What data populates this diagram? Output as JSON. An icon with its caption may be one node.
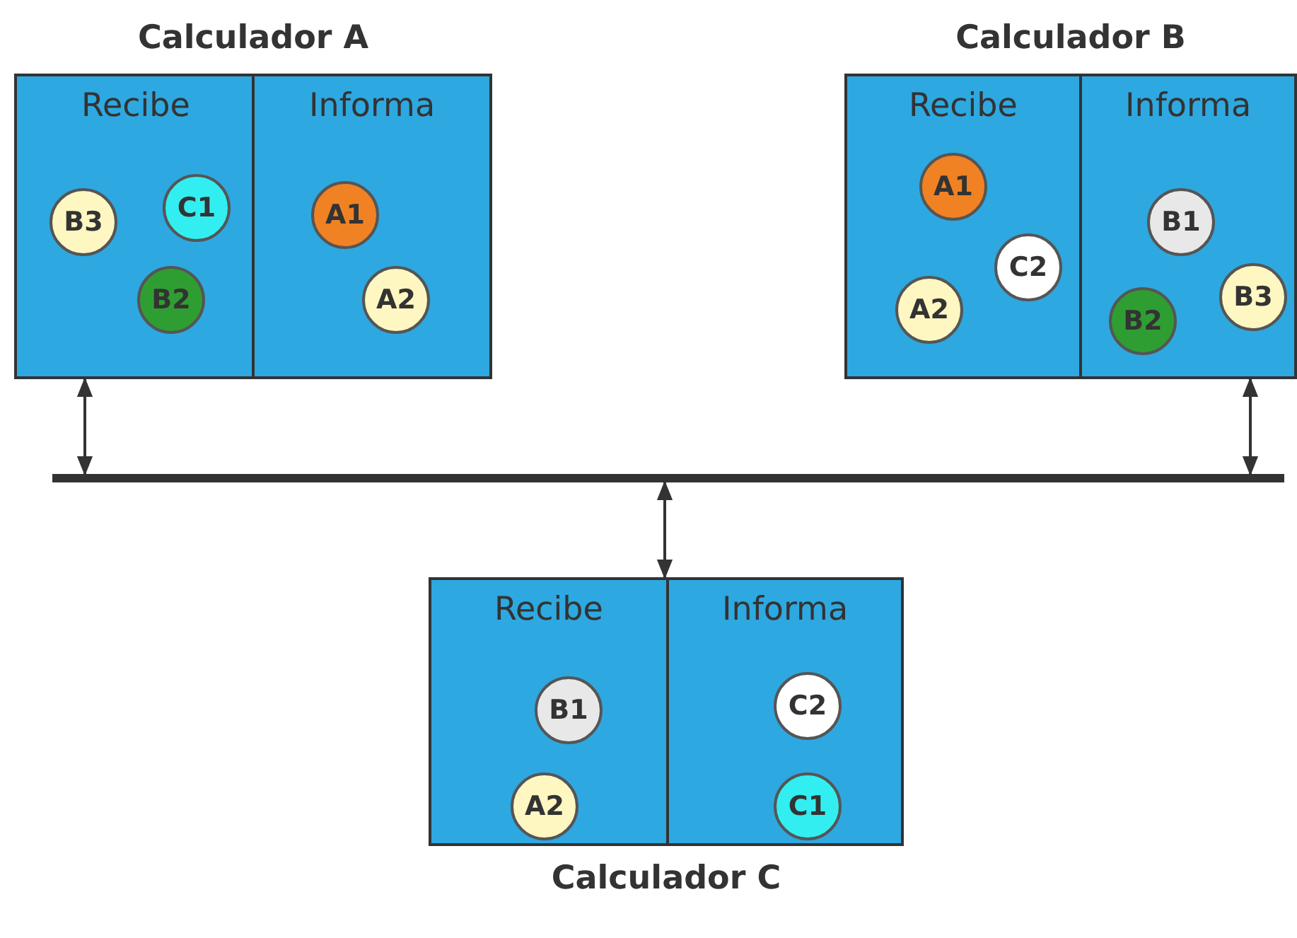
{
  "diagram": {
    "nodes": [
      {
        "text": [
          "Calculador A"
        ]
      },
      {
        "text": [
          "Recibe"
        ],
        "in": 0
      },
      {
        "text": [
          "B3"
        ],
        "in": 1
      },
      {
        "text": [
          "C1"
        ],
        "in": 1
      },
      {
        "text": [
          "B2"
        ],
        "in": 1
      },
      {
        "text": [
          "Informa"
        ],
        "in": 0
      },
      {
        "text": [
          "A1"
        ],
        "in": 5
      },
      {
        "text": [
          "A2"
        ],
        "in": 5
      },
      {
        "text": [
          "Calculador B"
        ]
      },
      {
        "text": [
          "Recibe"
        ],
        "in": 8
      },
      {
        "text": [
          "A1"
        ],
        "in": 9
      },
      {
        "text": [
          "C2"
        ],
        "in": 9
      },
      {
        "text": [
          "A2"
        ],
        "in": 9
      },
      {
        "text": [
          "Informa"
        ],
        "in": 8
      },
      {
        "text": [
          "B1"
        ],
        "in": 13
      },
      {
        "text": [
          "B2"
        ],
        "in": 13
      },
      {
        "text": [
          "B3"
        ],
        "in": 13
      },
      {
        "text": [],
        "shape": "bar"
      },
      {
        "text": [
          "Calculador C"
        ]
      },
      {
        "text": [
          "Recibe"
        ],
        "in": 18
      },
      {
        "text": [
          "B1"
        ],
        "in": 19
      },
      {
        "text": [
          "A2"
        ],
        "in": 19
      },
      {
        "text": [
          "Informa"
        ],
        "in": 18
      },
      {
        "text": [
          "C2"
        ],
        "in": 22
      },
      {
        "text": [
          "C1"
        ],
        "in": 22
      }
    ],
    "edges": [
      {
        "from": 0,
        "to": 17,
        "arrow": "both"
      },
      {
        "from": 8,
        "to": 17,
        "arrow": "both"
      },
      {
        "from": 18,
        "to": 17,
        "arrow": "both"
      }
    ]
  }
}
